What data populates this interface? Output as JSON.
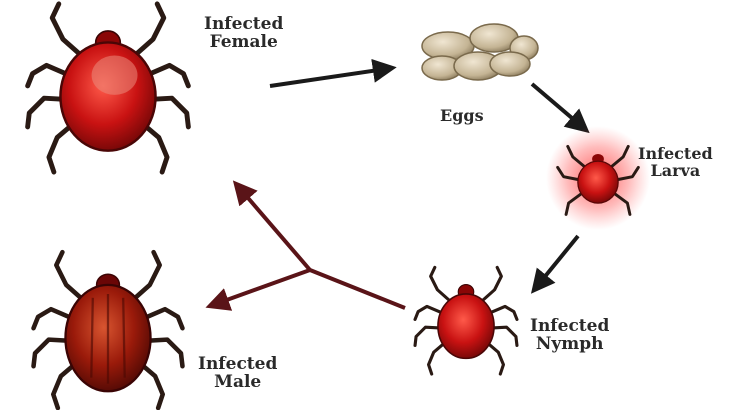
{
  "labels": {
    "female": [
      "Infected",
      "Female"
    ],
    "eggs": "Eggs",
    "larva": [
      "Infected",
      "Larva"
    ],
    "nymph": [
      "Infected",
      "Nymph"
    ],
    "male": [
      "Infected",
      "Male"
    ]
  },
  "colors": {
    "arrow": "#1a1a1a",
    "branch_arrow": "#5a1418",
    "tick_body": "#c41010",
    "tick_leg": "#2a1a14",
    "larva_glow": "#ff3030",
    "egg": "#c8b898"
  }
}
